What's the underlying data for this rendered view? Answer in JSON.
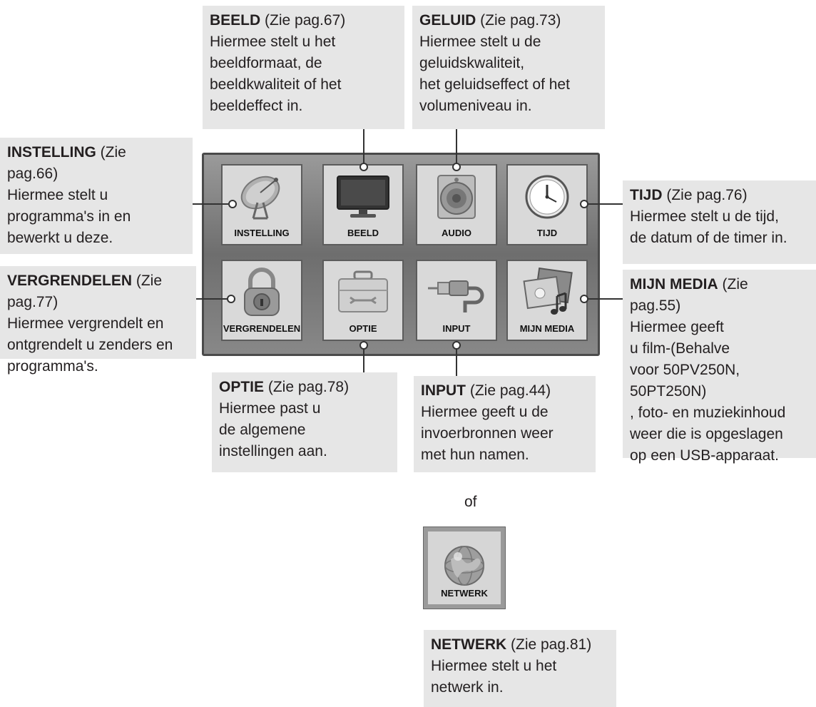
{
  "callouts": {
    "beeld": {
      "heading": "BEELD",
      "ref": " (Zie pag.67)",
      "lines": [
        "Hiermee stelt u het",
        "beeldformaat, de",
        "beeldkwaliteit of het",
        "beeldeffect in."
      ]
    },
    "geluid": {
      "heading": "GELUID",
      "ref": " (Zie pag.73)",
      "lines": [
        "Hiermee stelt u de",
        "geluidskwaliteit,",
        "het geluidseffect of het",
        "volumeniveau in."
      ]
    },
    "instelling": {
      "heading": "INSTELLING",
      "ref": " (Zie",
      "lines": [
        "pag.66)",
        "Hiermee stelt u",
        "programma's in en",
        "bewerkt u deze."
      ]
    },
    "tijd": {
      "heading": "TIJD",
      "ref": " (Zie pag.76)",
      "lines": [
        "Hiermee stelt u de tijd,",
        "de datum of de timer in."
      ]
    },
    "vergrendelen": {
      "heading": "VERGRENDELEN",
      "ref": " (Zie",
      "lines": [
        "pag.77)",
        "Hiermee vergrendelt en",
        "ontgrendelt u zenders en",
        "programma's."
      ]
    },
    "mijnmedia": {
      "heading": "MIJN MEDIA",
      "ref": " (Zie",
      "lines": [
        "pag.55)",
        "Hiermee geeft",
        "u film-(Behalve",
        "voor 50PV250N,",
        "50PT250N)",
        ", foto- en muziekinhoud",
        "weer die is opgeslagen",
        "op een USB-apparaat."
      ]
    },
    "optie": {
      "heading": "OPTIE",
      "ref": " (Zie pag.78)",
      "lines": [
        "Hiermee past u",
        "de algemene",
        "instellingen aan."
      ]
    },
    "input": {
      "heading": "INPUT",
      "ref": " (Zie pag.44)",
      "lines": [
        "Hiermee geeft u de",
        "invoerbronnen weer",
        "met hun namen."
      ]
    },
    "netwerk": {
      "heading": "NETWERK",
      "ref": " (Zie pag.81)",
      "lines": [
        "Hiermee stelt u het",
        "netwerk in."
      ]
    }
  },
  "tiles": {
    "instelling": "INSTELLING",
    "beeld": "BEELD",
    "audio": "AUDIO",
    "tijd": "TIJD",
    "vergrendelen": "VERGRENDELEN",
    "optie": "OPTIE",
    "input": "INPUT",
    "mijnmedia": "MIJN MEDIA",
    "netwerk": "NETWERK"
  },
  "or_text": "of"
}
